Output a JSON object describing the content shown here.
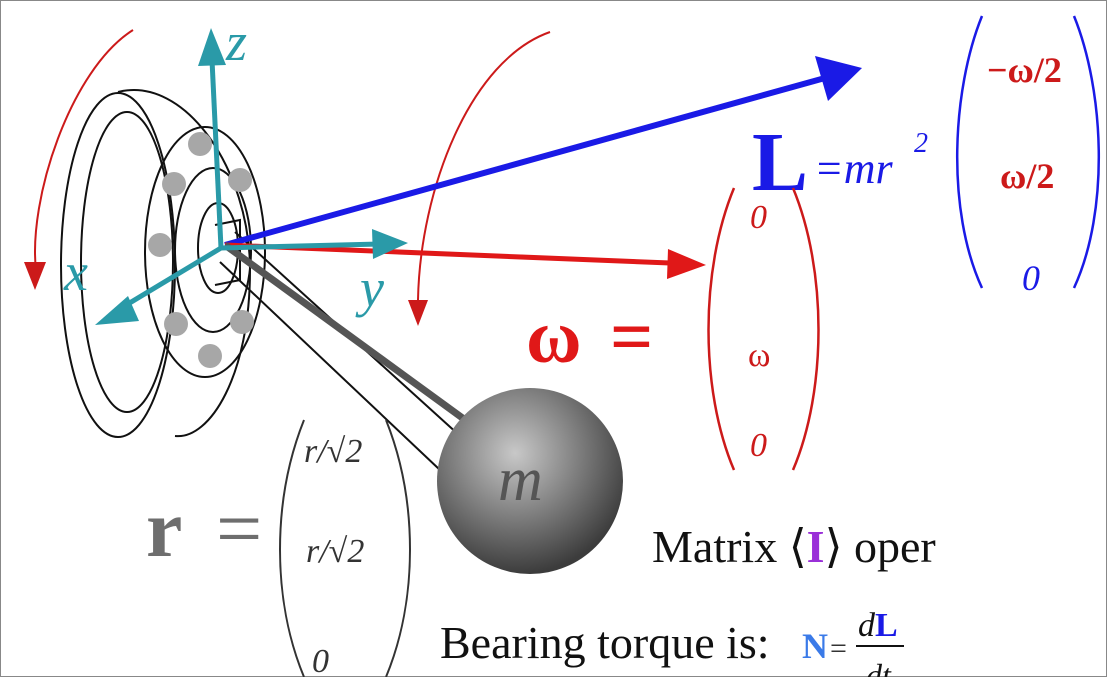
{
  "axes": {
    "z": "z",
    "x": "x",
    "y": "y"
  },
  "mass_label": "m",
  "L_vector": {
    "symbol": "L",
    "coefficient": "=mr",
    "exponent": "2",
    "components": [
      "−ω/2",
      "ω/2",
      "0"
    ]
  },
  "omega_vector": {
    "symbol": "ω",
    "equals": "=",
    "components": [
      "0",
      "ω",
      "0"
    ]
  },
  "r_vector": {
    "symbol": "r",
    "equals": "=",
    "components": [
      "r/√2",
      "r/√2",
      "0"
    ]
  },
  "matrix_line": {
    "prefix": "Matrix ⟨",
    "symbol": "I",
    "suffix": "⟩ oper"
  },
  "torque_line": {
    "text": "Bearing torque is:",
    "symbol": "N",
    "equals": "=",
    "numerator_d": "d",
    "numerator_L": "L",
    "denominator": "dt"
  },
  "colors": {
    "L": "#1a1ae6",
    "omega": "#e01818",
    "r": "#6e6e6e",
    "axes": "#2a9aa8",
    "I": "#9a30d8",
    "N": "#3a7ae8",
    "rotation_arrow": "#cc1a1a"
  }
}
